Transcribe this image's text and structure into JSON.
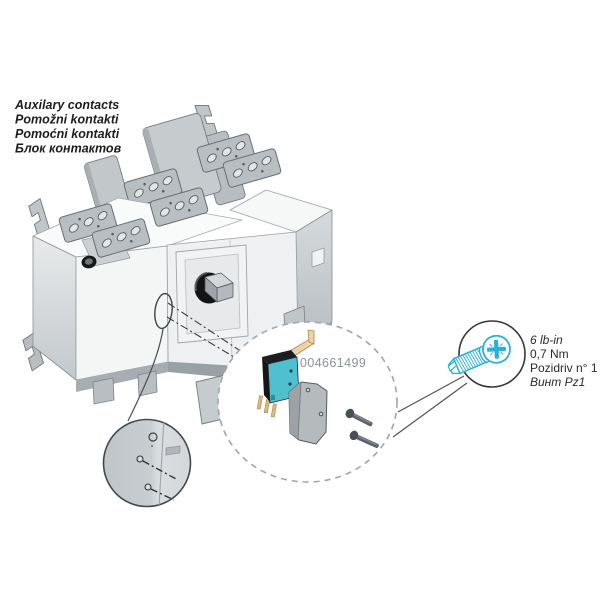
{
  "heading": {
    "lines": [
      "Auxilary contacts",
      "Pomožni kontakti",
      "Pomoćni kontakti",
      "Блок контактов"
    ]
  },
  "parts_bubble": {
    "part_number": "004661499"
  },
  "screw_bubble": {
    "torque_lines": [
      "6 lb-in",
      "0,7 Nm",
      "Pozidriv n° 1",
      "Винт Pz1"
    ]
  },
  "colors": {
    "accent_cyan": "#2ab2d6",
    "microswitch_cyan": "#4fc0cf",
    "lever_tan": "#eed2a6",
    "body_white": "#f6f7f7",
    "body_gray": "#c6cbce",
    "outline_gray": "#4a4f53",
    "part_number_gray": "#8d9296",
    "ink": "#231f20"
  }
}
